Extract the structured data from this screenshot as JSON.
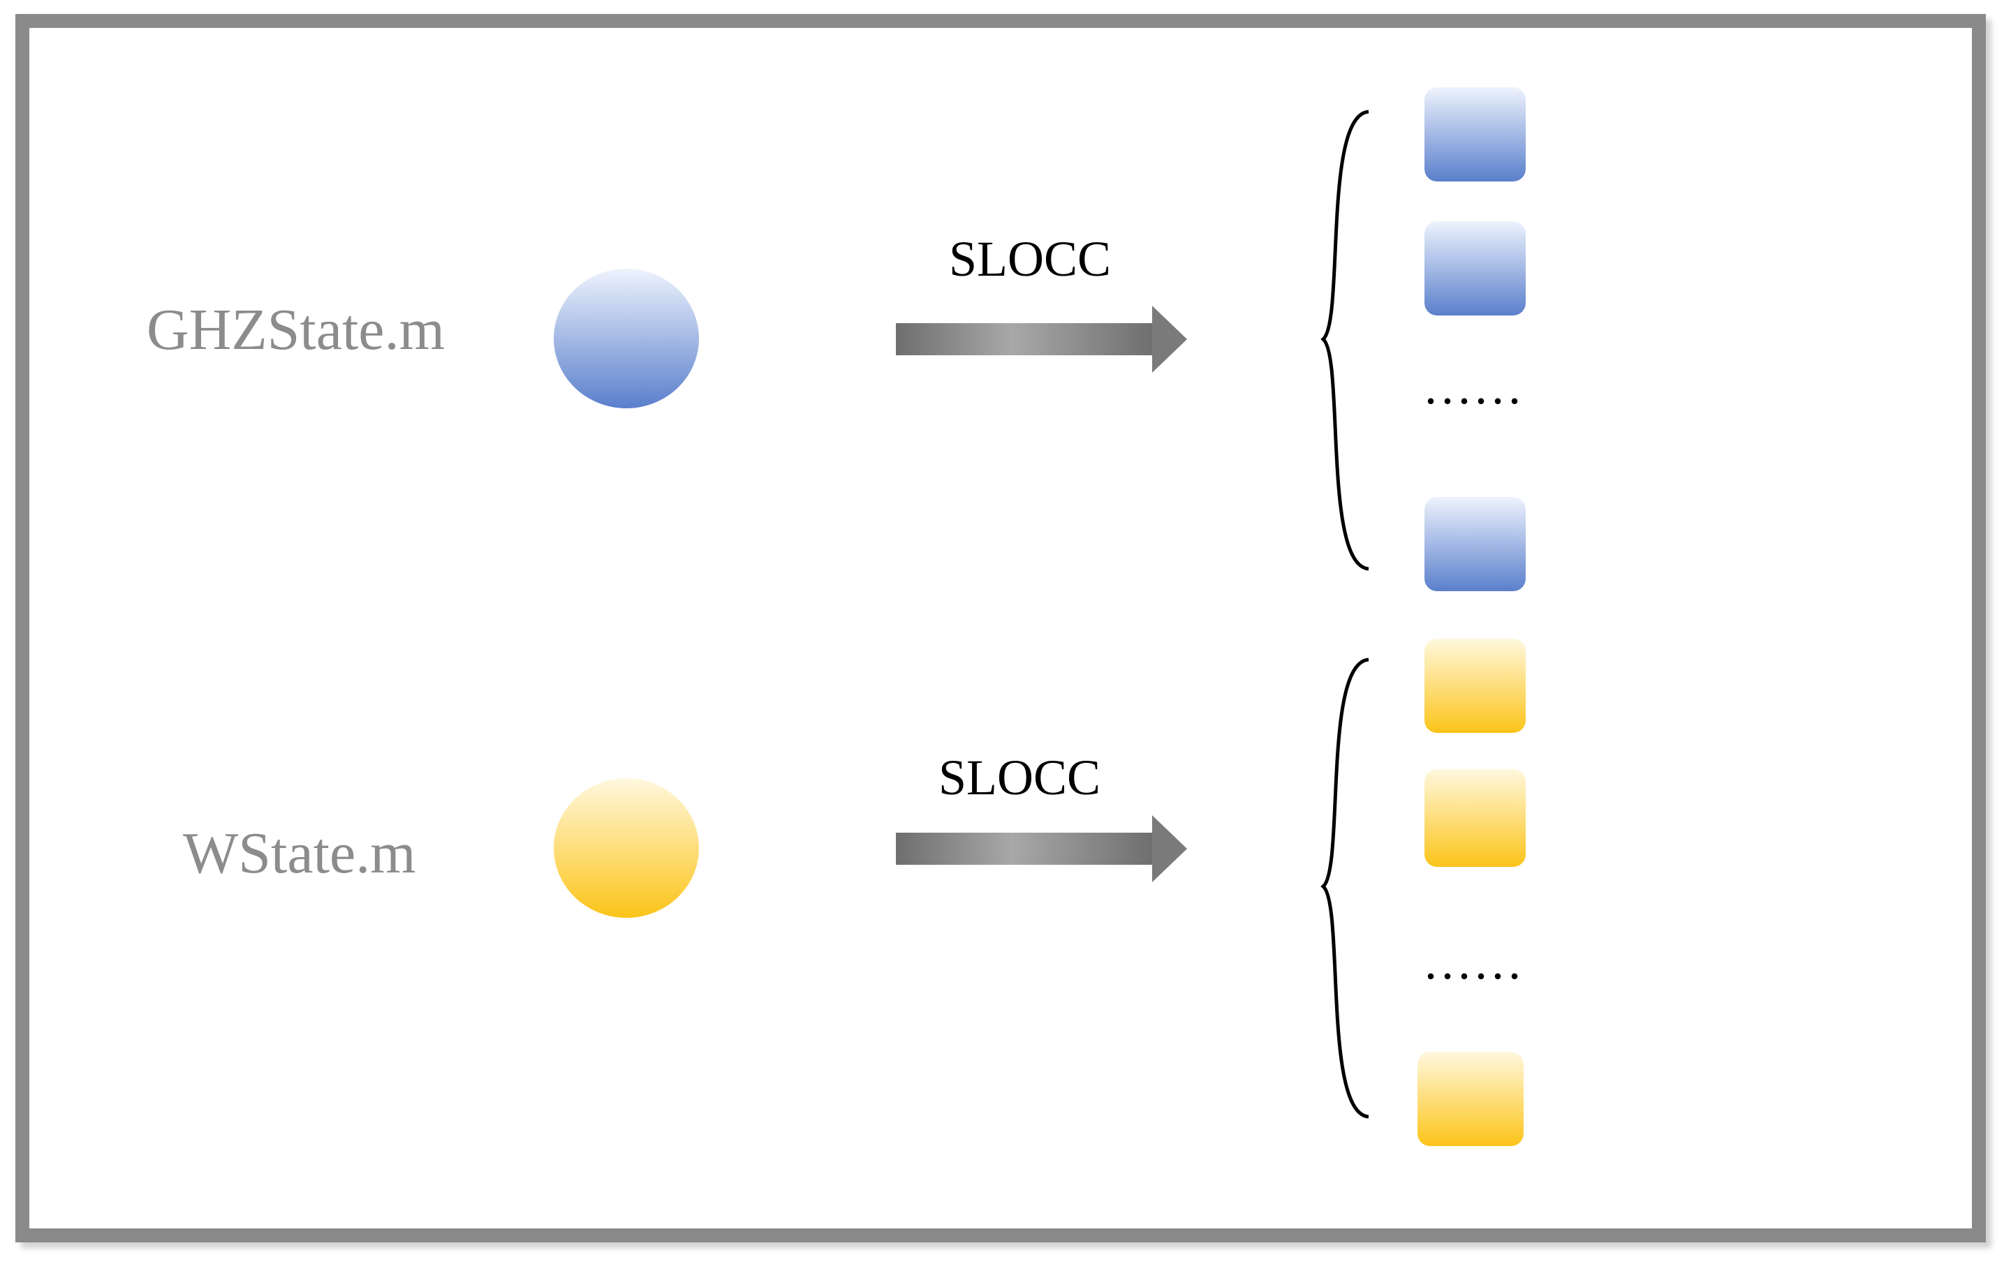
{
  "rows": [
    {
      "label": "GHZState.m",
      "operation": "SLOCC",
      "ellipsis": "......",
      "color_light": "#eef3fd",
      "color_dark": "#5a7fcc"
    },
    {
      "label": "WState.m",
      "operation": "SLOCC",
      "ellipsis": "......",
      "color_light": "#fff8de",
      "color_dark": "#fcc419"
    }
  ],
  "colors": {
    "frame_border": "#8a8a8a",
    "label_gray": "#8c8c8c",
    "arrow_dark": "#6e6e6e",
    "arrow_light": "#b4b4b4"
  }
}
